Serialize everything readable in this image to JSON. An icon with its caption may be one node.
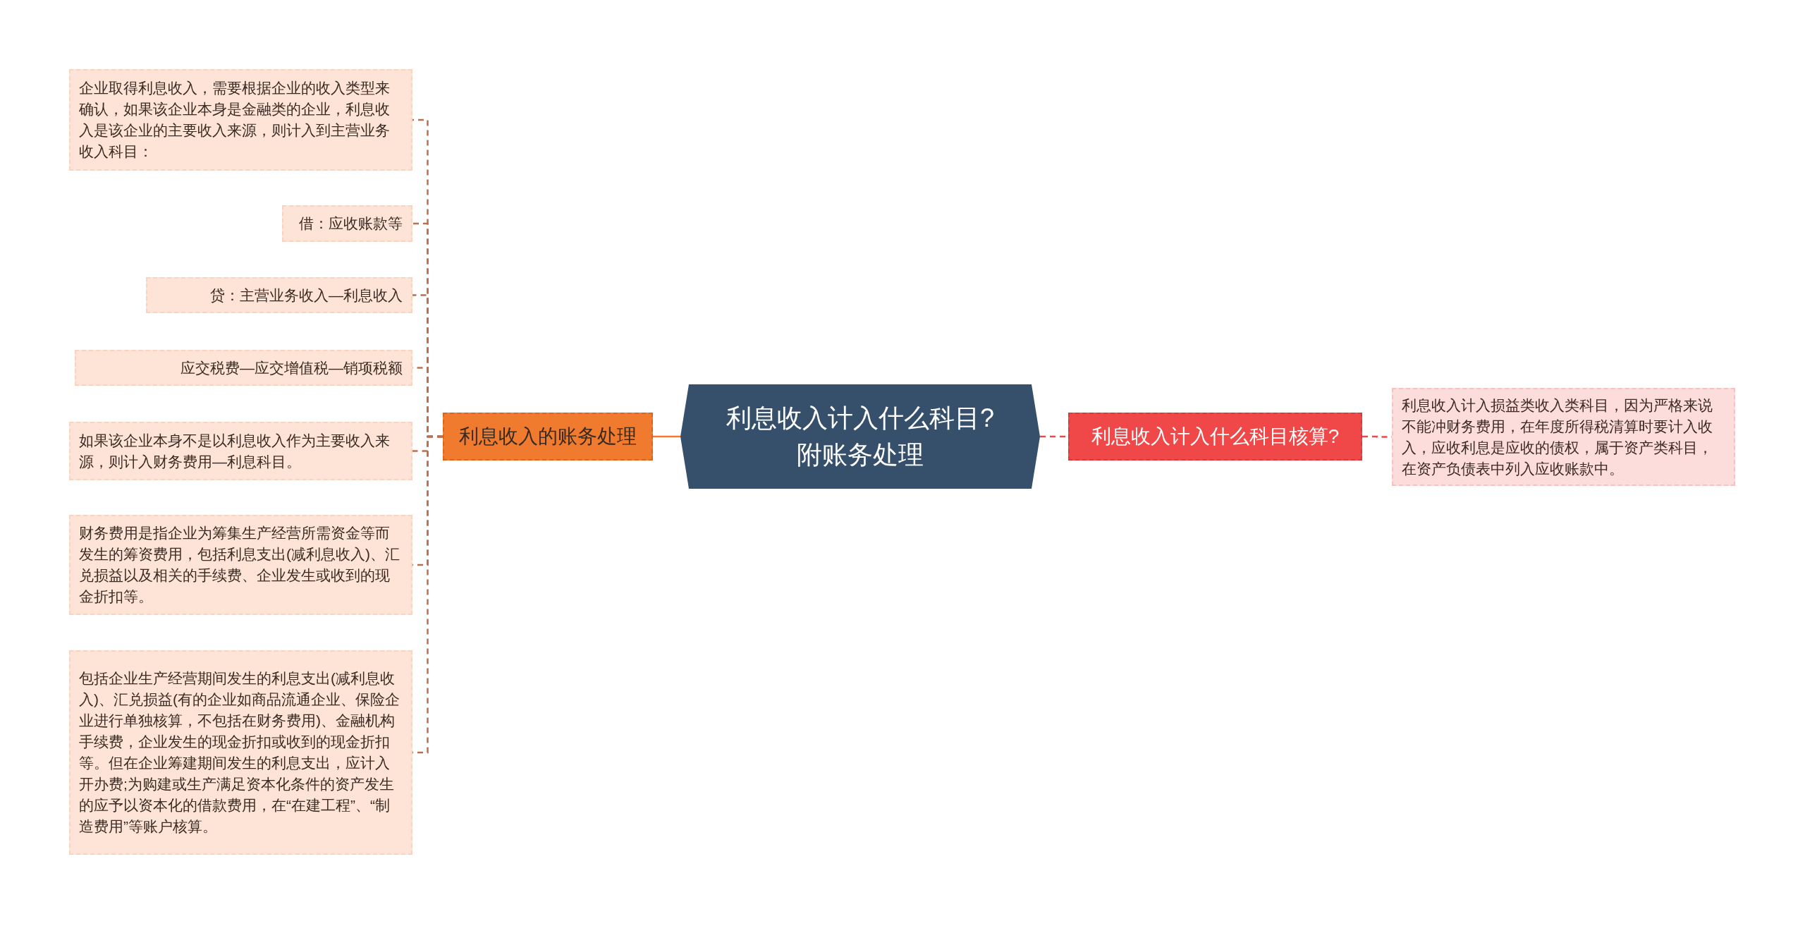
{
  "diagram": {
    "nodes": [
      {
        "text": [
          "利息收入计入什么科目?附账务处理"
        ]
      },
      {
        "text": [
          "利息收入的账务处理"
        ]
      },
      {
        "text": [
          "企业取得利息收入，需要根据企业的收入类型来确认，如果该企业本身是金融类的企业，利息收入是该企业的主要收入来源，则计入到主营业务收入科目："
        ]
      },
      {
        "text": [
          "借：应收账款等"
        ]
      },
      {
        "text": [
          "贷：主营业务收入—利息收入"
        ]
      },
      {
        "text": [
          "应交税费—应交增值税—销项税额"
        ]
      },
      {
        "text": [
          "如果该企业本身不是以利息收入作为主要收入来源，则计入财务费用—利息科目。"
        ]
      },
      {
        "text": [
          "财务费用是指企业为筹集生产经营所需资金等而发生的筹资费用，包括利息支出(减利息收入)、汇兑损益以及相关的手续费、企业发生或收到的现金折扣等。"
        ]
      },
      {
        "text": [
          "包括企业生产经营期间发生的利息支出(减利息收入)、汇兑损益(有的企业如商品流通企业、保险企业进行单独核算，不包括在财务费用)、金融机构手续费，企业发生的现金折扣或收到的现金折扣等。但在企业筹建期间发生的利息支出，应计入开办费;为购建或生产满足资本化条件的资产发生的应予以资本化的借款费用，在“在建工程”、“制造费用”等账户核算。"
        ]
      },
      {
        "text": [
          "利息收入计入什么科目核算?"
        ]
      },
      {
        "text": [
          "利息收入计入损益类收入类科目，因为严格来说不能冲财务费用，在年度所得税清算时要计入收入，应收利息是应收的债权，属于资产类科目，在资产负债表中列入应收账款中。"
        ]
      }
    ],
    "edges": [
      {
        "from": 0,
        "to": 1,
        "arrow": "none"
      },
      {
        "from": 1,
        "to": 2,
        "arrow": "none",
        "style": "dashed"
      },
      {
        "from": 1,
        "to": 3,
        "arrow": "none",
        "style": "dashed"
      },
      {
        "from": 1,
        "to": 4,
        "arrow": "none",
        "style": "dashed"
      },
      {
        "from": 1,
        "to": 5,
        "arrow": "none",
        "style": "dashed"
      },
      {
        "from": 1,
        "to": 6,
        "arrow": "none",
        "style": "dashed"
      },
      {
        "from": 1,
        "to": 7,
        "arrow": "none",
        "style": "dashed"
      },
      {
        "from": 1,
        "to": 8,
        "arrow": "none",
        "style": "dashed"
      },
      {
        "from": 0,
        "to": 9,
        "arrow": "none",
        "style": "dashed",
        "color": "#e84a4a"
      },
      {
        "from": 9,
        "to": 10,
        "arrow": "none",
        "style": "dashed",
        "color": "#e84a4a"
      }
    ]
  }
}
